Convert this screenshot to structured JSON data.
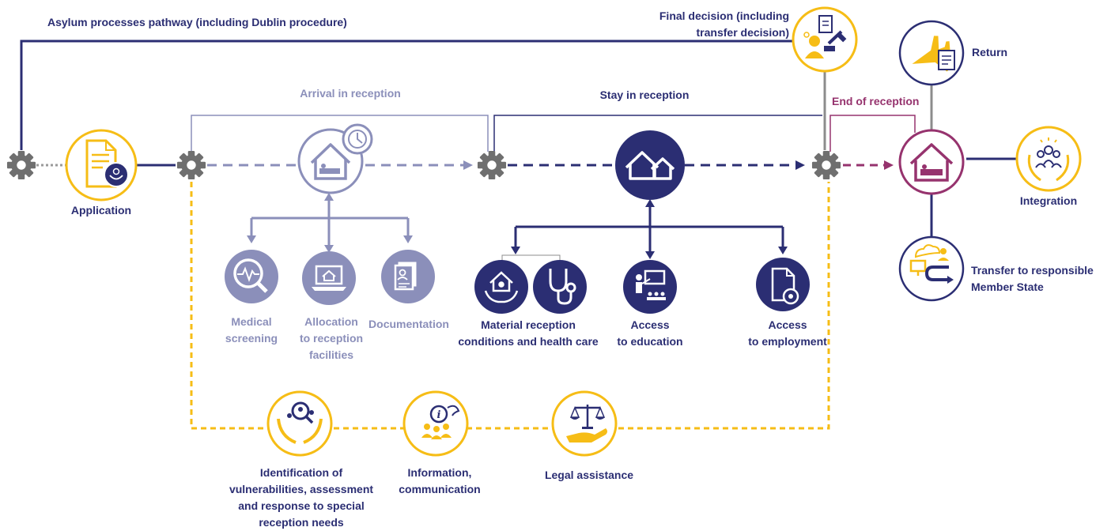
{
  "colors": {
    "navy": "#2b2e73",
    "grey_blue": "#8b8fba",
    "gold": "#f6bd16",
    "purple": "#96336e",
    "gear_grey": "#6f6f6f",
    "line_grey": "#8c8c8c"
  },
  "pathway": {
    "title": "Asylum processes pathway (including Dublin procedure)",
    "final_decision": "Final decision (including\ntransfer decision)"
  },
  "stages": {
    "application": "Application",
    "arrival": "Arrival in reception",
    "stay": "Stay in reception",
    "end": "End of reception"
  },
  "arrival_steps": {
    "medical": "Medical\nscreening",
    "allocation": "Allocation\nto reception\nfacilities",
    "documentation": "Documentation"
  },
  "stay_steps": {
    "material": "Material reception\nconditions and health care",
    "education": "Access\nto education",
    "employment": "Access\nto employment"
  },
  "outcomes": {
    "return": "Return",
    "integration": "Integration",
    "transfer": "Transfer to responsible\nMember State"
  },
  "support": {
    "vulnerabilities": "Identification of\nvulnerabilities, assessment\nand response to special\nreception needs",
    "information": "Information,\ncommunication",
    "legal": "Legal assistance"
  },
  "icons": {
    "gears": "gear-icon",
    "application": "document-icon",
    "arrival": "house-bed-clock-icon",
    "stay": "houses-icon",
    "end": "house-bed-icon",
    "final_decision": "judge-gavel-icon",
    "return": "airplane-document-icon",
    "integration": "hands-people-icon",
    "transfer": "transfer-icon",
    "medical": "magnifier-heartbeat-icon",
    "allocation": "laptop-house-icon",
    "documentation": "id-document-icon",
    "material": "hands-house-icon",
    "health": "stethoscope-icon",
    "education": "teacher-board-icon",
    "employment": "document-gear-icon",
    "vulnerabilities": "hands-magnifier-people-icon",
    "information": "people-speech-icon",
    "legal": "hand-scales-icon"
  }
}
